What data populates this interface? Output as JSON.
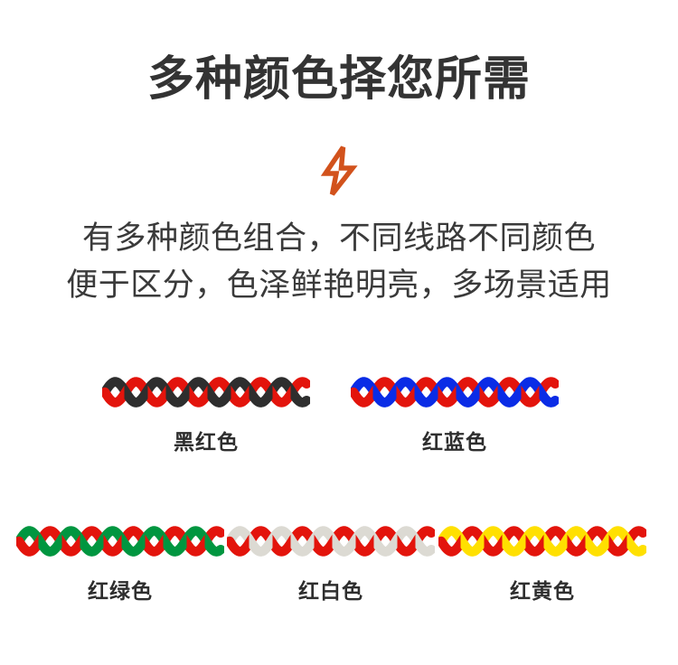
{
  "heading": {
    "text": "多种颜色择您所需"
  },
  "icon": {
    "name": "lightning-bolt-icon",
    "color": "#D2521C"
  },
  "subtitle": {
    "line1": "有多种颜色组合，不同线路不同颜色",
    "line2": "便于区分，色泽鲜艳明亮，多场景适用"
  },
  "colors": {
    "red": "#E3140C",
    "black": "#2E2E2E",
    "blue": "#0A2CE6",
    "green": "#009640",
    "white": "#DCDAD3",
    "yellow": "#FFE000",
    "text_dark": "#333333",
    "background": "#FFFFFF"
  },
  "swatch_rows": [
    {
      "items": [
        {
          "label": "黑红色",
          "strand_a": "#E3140C",
          "strand_b": "#2E2E2E",
          "name": "swatch-black-red"
        },
        {
          "label": "红蓝色",
          "strand_a": "#E3140C",
          "strand_b": "#0A2CE6",
          "name": "swatch-red-blue"
        }
      ]
    },
    {
      "items": [
        {
          "label": "红绿色",
          "strand_a": "#E3140C",
          "strand_b": "#009640",
          "name": "swatch-red-green"
        },
        {
          "label": "红白色",
          "strand_a": "#E3140C",
          "strand_b": "#DCDAD3",
          "name": "swatch-red-white"
        },
        {
          "label": "红黄色",
          "strand_a": "#E3140C",
          "strand_b": "#FFE000",
          "name": "swatch-red-yellow"
        }
      ]
    }
  ]
}
